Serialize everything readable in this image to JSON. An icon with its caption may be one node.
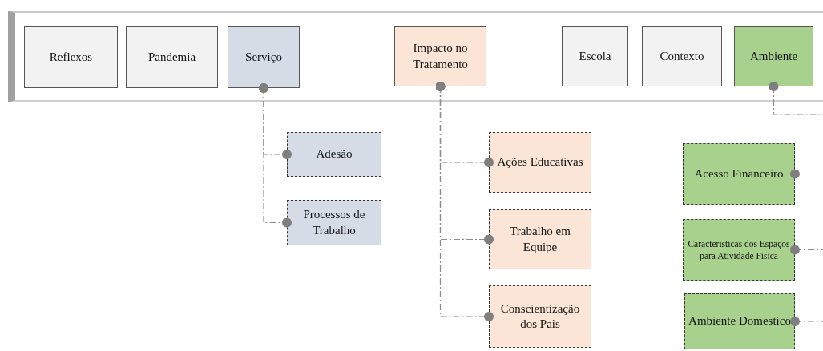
{
  "diagram": {
    "nodes": [
      {
        "text": [
          "Reflexos"
        ]
      },
      {
        "text": [
          "Pandemia"
        ]
      },
      {
        "text": [
          "Serviço"
        ]
      },
      {
        "text": [
          "Impacto no Tratamento"
        ]
      },
      {
        "text": [
          "Escola"
        ]
      },
      {
        "text": [
          "Contexto"
        ]
      },
      {
        "text": [
          "Ambiente"
        ]
      },
      {
        "text": [
          "Adesão"
        ]
      },
      {
        "text": [
          "Processos de Trabalho"
        ]
      },
      {
        "text": [
          "Ações Educativas"
        ]
      },
      {
        "text": [
          "Trabalho em Equipe"
        ]
      },
      {
        "text": [
          "Conscientização dos Pais"
        ]
      },
      {
        "text": [
          "Acesso Financeiro"
        ]
      },
      {
        "text": [
          "Caracteristicas dos Espaços para Atividade Fisica"
        ]
      },
      {
        "text": [
          "Ambiente Domestico"
        ]
      }
    ],
    "edges": [
      {
        "from": 2,
        "to": 7,
        "arrow": "other",
        "style": "dashed"
      },
      {
        "from": 2,
        "to": 8,
        "arrow": "other",
        "style": "dashed"
      },
      {
        "from": 3,
        "to": 9,
        "arrow": "other",
        "style": "dashed"
      },
      {
        "from": 3,
        "to": 10,
        "arrow": "other",
        "style": "dashed"
      },
      {
        "from": 3,
        "to": 11,
        "arrow": "other",
        "style": "dashed"
      },
      {
        "from": 6,
        "to": null,
        "arrow": "other",
        "style": "dashed"
      },
      {
        "from": 12,
        "to": null,
        "arrow": "other",
        "style": "dashed"
      },
      {
        "from": 13,
        "to": null,
        "arrow": "other",
        "style": "dashed"
      },
      {
        "from": 14,
        "to": null,
        "arrow": "other",
        "style": "dashed"
      }
    ]
  }
}
